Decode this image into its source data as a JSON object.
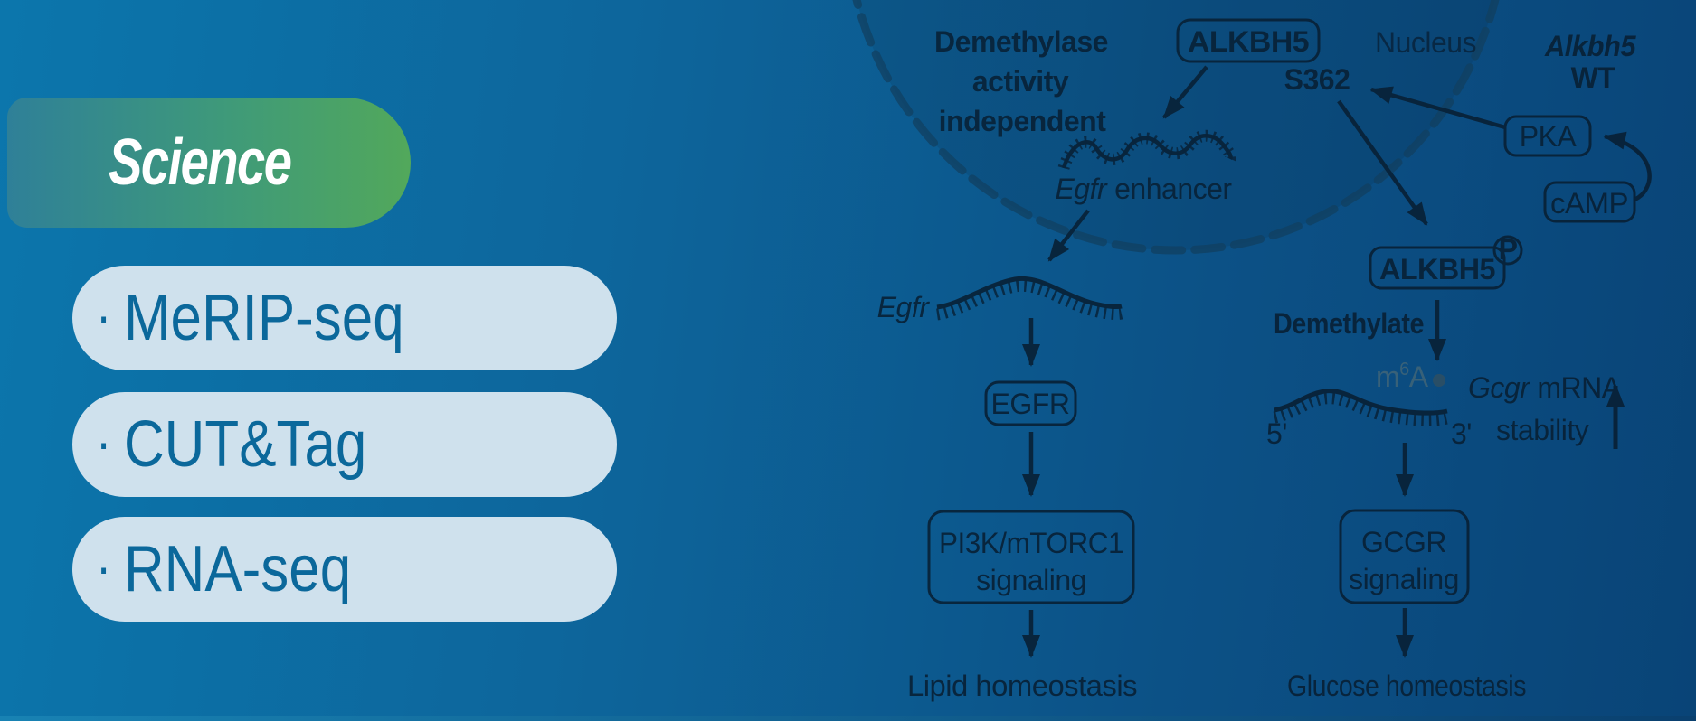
{
  "brand": {
    "name": "Science"
  },
  "tags": {
    "bullet": "·",
    "items": [
      {
        "label": "MeRIP-seq"
      },
      {
        "label": "CUT&Tag"
      },
      {
        "label": "RNA-seq"
      }
    ]
  },
  "diagram": {
    "demethylase": {
      "line1": "Demethylase",
      "line2": "activity",
      "line3": "independent"
    },
    "alkbh5_box": "ALKBH5",
    "nucleus": "Nucleus",
    "condition": {
      "gene": "Alkbh5",
      "genotype": "WT"
    },
    "s362": "S362",
    "pka": "PKA",
    "camp": "cAMP",
    "alkbh5_p": {
      "label": "ALKBH5",
      "phospho": "P"
    },
    "enhancer": {
      "gene": "Egfr",
      "rest": "enhancer"
    },
    "egfr_gene": "Egfr",
    "egfr_receptor": "EGFR",
    "pi3k": {
      "line1": "PI3K/mTORC1",
      "line2": "signaling"
    },
    "lipid": "Lipid homeostasis",
    "demethylate": "Demethylate",
    "m6a": {
      "m": "m",
      "six": "6",
      "a": "A"
    },
    "five_prime": "5'",
    "three_prime": "3'",
    "gcgr_mrna": {
      "gene": "Gcgr",
      "rest": "mRNA"
    },
    "stability": "stability",
    "gcgr_box": {
      "line1": "GCGR",
      "line2": "signaling"
    },
    "glucose": "Glucose homeostasis"
  },
  "colors": {
    "background_left": "#0c76ac",
    "background_right": "#094477",
    "logo_gradient_start": "#2f8098",
    "logo_gradient_end": "#52a85b",
    "logo_text": "#ffffff",
    "tag_pill_bg": "#cfe1ed",
    "tag_text": "#0b689b",
    "diagram_ink": "#081f33",
    "nucleus_envelope": "#123f5e"
  }
}
